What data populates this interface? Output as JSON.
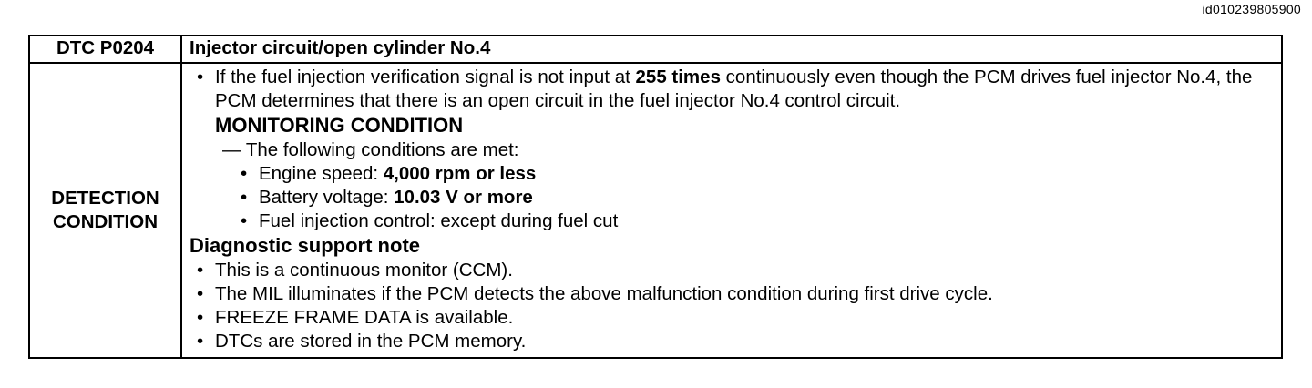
{
  "doc_id": "id010239805900",
  "header": {
    "code": "DTC P0204",
    "title": "Injector circuit/open cylinder No.4"
  },
  "detection": {
    "label_line1": "DETECTION",
    "label_line2": "CONDITION",
    "main_bullet": {
      "pre": "If the fuel injection verification signal is not input at ",
      "bold": "255 times",
      "post": " continuously even though the PCM drives fuel injector No.4, the PCM determines that there is an open circuit in the fuel injector No.4 control circuit."
    },
    "monitoring_title": "MONITORING CONDITION",
    "conditions_intro": "— The following conditions are met:",
    "conditions": [
      {
        "label": "Engine speed: ",
        "value": "4,000 rpm or less"
      },
      {
        "label": "Battery voltage: ",
        "value": "10.03 V or more"
      },
      {
        "label": "Fuel injection control: except during fuel cut",
        "value": ""
      }
    ],
    "diag_title": "Diagnostic support note",
    "notes": [
      "This is a continuous monitor (CCM).",
      "The MIL illuminates if the PCM detects the above malfunction condition during first drive cycle.",
      "FREEZE FRAME DATA is available.",
      "DTCs are stored in the PCM memory."
    ]
  }
}
